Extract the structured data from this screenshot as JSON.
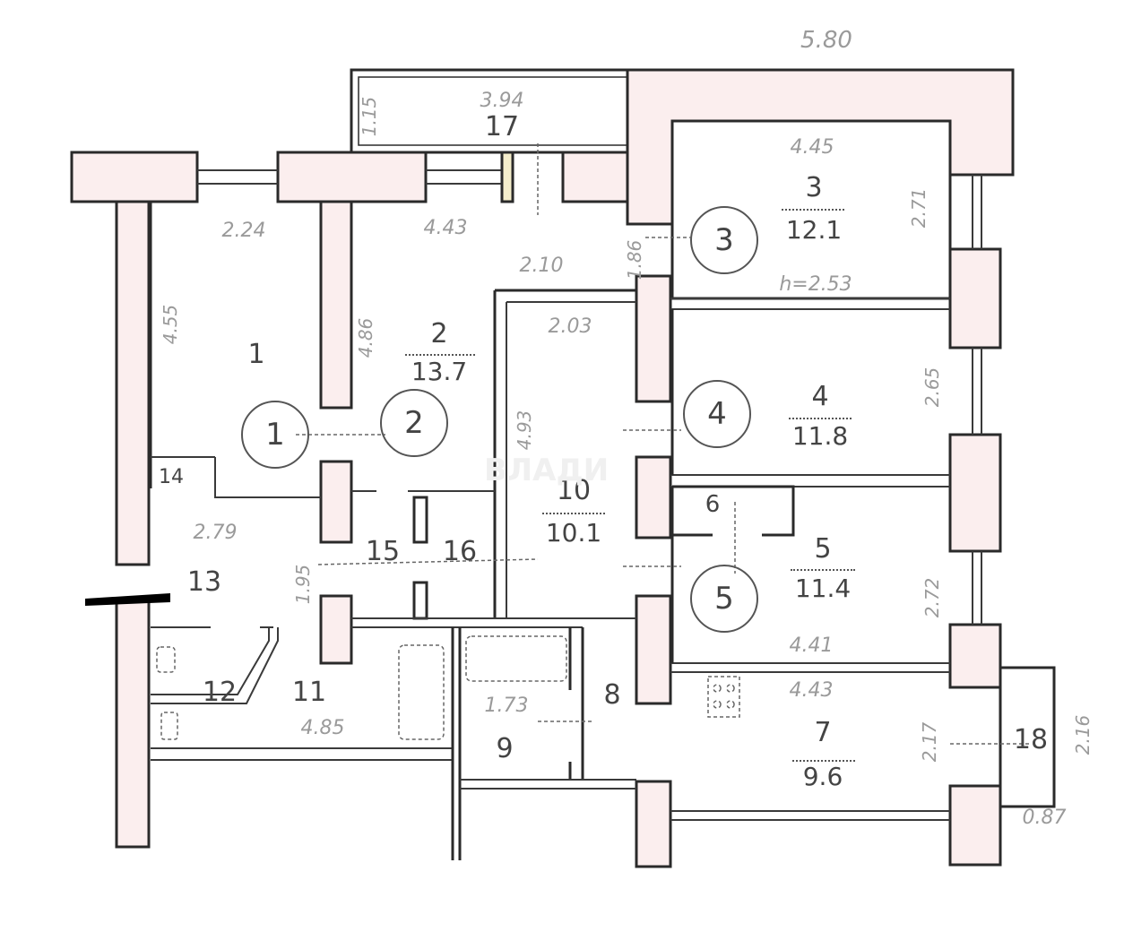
{
  "plan": {
    "type": "apartment floor plan",
    "overall_width_label": "5.80",
    "rooms": [
      {
        "id": "1",
        "number": "1",
        "area": "",
        "width": "2.24",
        "length": "4.55"
      },
      {
        "id": "2",
        "number": "2",
        "area": "13.7",
        "width": "4.43",
        "length": "4.86"
      },
      {
        "id": "3",
        "number": "3",
        "area": "12.1",
        "width": "4.45",
        "length": "2.71",
        "height": "h=2.53"
      },
      {
        "id": "4",
        "number": "4",
        "area": "11.8",
        "length": "2.65"
      },
      {
        "id": "5",
        "number": "5",
        "area": "11.4",
        "width": "4.41",
        "length": "2.72"
      },
      {
        "id": "6",
        "number": "6",
        "area": ""
      },
      {
        "id": "7",
        "number": "7",
        "area": "9.6",
        "width": "4.43",
        "length": "2.17"
      },
      {
        "id": "8",
        "number": "8",
        "area": ""
      },
      {
        "id": "9",
        "number": "9",
        "area": "",
        "width": "1.73"
      },
      {
        "id": "10",
        "number": "10",
        "area": "10.1",
        "width": "2.10",
        "inner_width": "2.03",
        "length": "4.93"
      },
      {
        "id": "11",
        "number": "11",
        "area": "",
        "width": "4.85"
      },
      {
        "id": "12",
        "number": "12",
        "area": ""
      },
      {
        "id": "13",
        "number": "13",
        "area": ""
      },
      {
        "id": "14",
        "number": "14",
        "area": "",
        "width": "2.79"
      },
      {
        "id": "15",
        "number": "15",
        "area": "",
        "length": "1.95"
      },
      {
        "id": "16",
        "number": "16",
        "area": ""
      },
      {
        "id": "17",
        "number": "17",
        "area": "",
        "width": "3.94",
        "length": "1.15"
      },
      {
        "id": "18",
        "number": "18",
        "area": "",
        "width": "0.87",
        "length": "2.16"
      }
    ],
    "circle_markers": [
      "1",
      "2",
      "3",
      "4",
      "5"
    ],
    "extra_dims": {
      "d_186": "1.86"
    },
    "watermark": "ВЛАДИ"
  }
}
